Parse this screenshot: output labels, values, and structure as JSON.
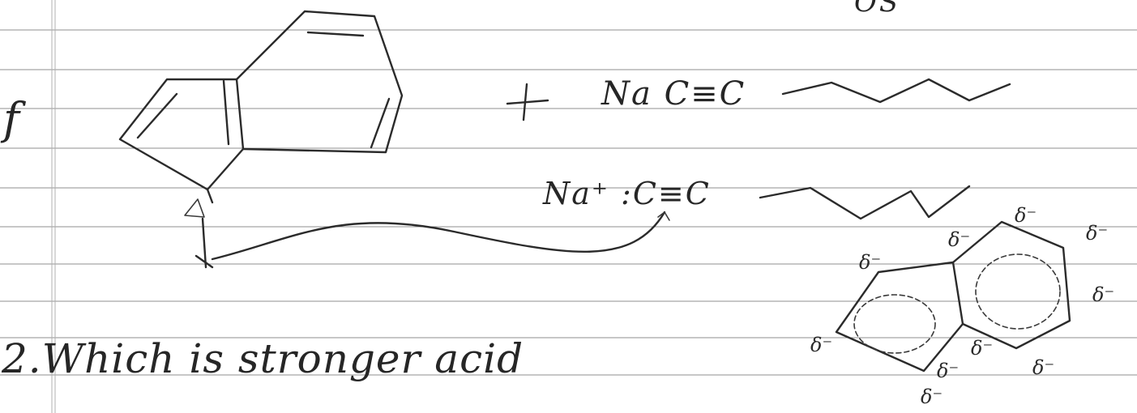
{
  "document": {
    "problem_label": "f",
    "question": "2.Which is stronger acid",
    "top_note": "OS⁻",
    "reagent_formula": "Na C≡C",
    "product_formula": "Na⁺ :C≡C",
    "partial_charge_label": "δ⁻",
    "partial_charge_markers": [
      "δ⁻",
      "δ⁻",
      "δ⁻",
      "δ⁻",
      "δ⁻",
      "δ⁻",
      "δ⁻",
      "δ⁻",
      "δ⁻",
      "δ⁻"
    ]
  }
}
